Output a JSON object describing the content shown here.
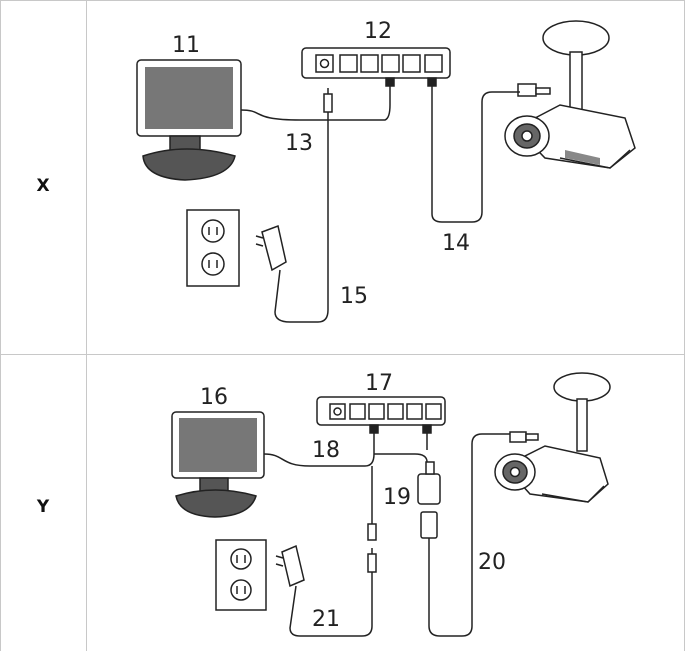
{
  "rows": [
    {
      "label": "X",
      "callouts": {
        "monitor": "11",
        "switch": "12",
        "monitor_cable": "13",
        "camera_cable": "14",
        "power_cable": "15"
      }
    },
    {
      "label": "Y",
      "callouts": {
        "monitor": "16",
        "switch": "17",
        "monitor_cable": "18",
        "injector": "19",
        "camera_cable": "20",
        "power_cable": "21"
      }
    }
  ],
  "colors": {
    "border": "#c8c8c8",
    "screen": "#777777",
    "base": "#555555",
    "line": "#222222"
  }
}
